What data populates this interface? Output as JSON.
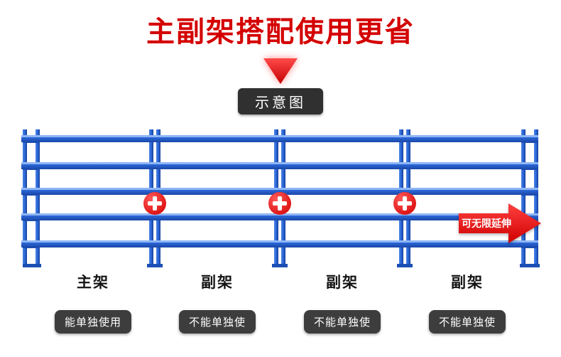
{
  "title": "主副架搭配使用更省",
  "schematic_label": "示意图",
  "extend_arrow": {
    "label": "可无限延伸"
  },
  "racks": [
    {
      "label": "主架",
      "badge": "能单独使用"
    },
    {
      "label": "副架",
      "badge": "不能单独使"
    },
    {
      "label": "副架",
      "badge": "不能单独使"
    },
    {
      "label": "副架",
      "badge": "不能单独使"
    }
  ],
  "icons": {
    "plus": "+",
    "down_arrow": "▼",
    "right_arrow": "➤"
  },
  "colors": {
    "title_red": "#d40000",
    "rack_blue": "#2b67d8",
    "rack_blue_dark": "#1c4fb5",
    "badge_bg": "#3d3d3d",
    "schematic_bg": "#303030",
    "accent_red": "#e8000d"
  }
}
